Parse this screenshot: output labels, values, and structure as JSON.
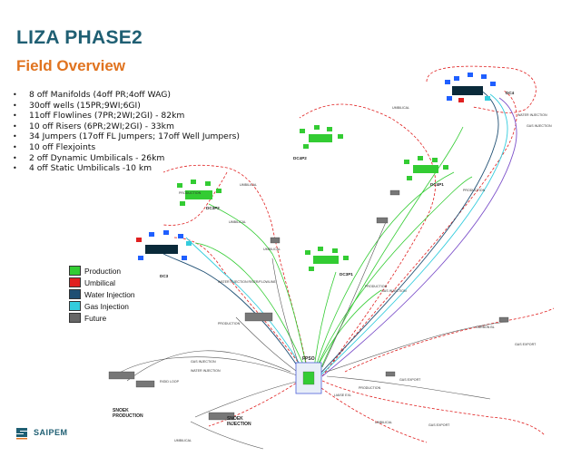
{
  "title": "LIZA PHASE2",
  "subtitle": "Field Overview",
  "bullets": [
    "8 off Manifolds (4off PR;4off WAG)",
    "30off wells (15PR;9WI;6GI)",
    "11off Flowlines (7PR;2WI;2GI) - 82km",
    "10 off Risers (6PR;2WI;2GI) - 33km",
    "34 Jumpers (17off FL Jumpers; 17off Well Jumpers)",
    "10 off Flexjoints",
    "2 off Dynamic Umbilicals - 26km",
    "4 off Static Umbilicals -10 km"
  ],
  "legend": [
    {
      "label": "Production",
      "color": "#33cc33"
    },
    {
      "label": "Umbilical",
      "color": "#e02020"
    },
    {
      "label": "Water Injection",
      "color": "#1f4f73"
    },
    {
      "label": "Gas Injection",
      "color": "#33ccdd"
    },
    {
      "label": "Future",
      "color": "#666666"
    }
  ],
  "diagram": {
    "centers": [
      "DC4",
      "DC4P2",
      "DC4P1",
      "DC3P2",
      "DC3",
      "DC3P1"
    ],
    "fpso": "FPSO",
    "snoek_production": "SNOEK\nPRODUCTION",
    "snoek_injection": "SNOEK\nINJECTION",
    "umbilical_labels": [
      "UMBILICAL",
      "UMBILICAL",
      "UMBILICAL",
      "UMBILICAL"
    ],
    "small_labels": [
      "WATER INJECTION RISER/FLOWLINE",
      "GAS INJECTION",
      "PRODUCTION",
      "PRODUCTION",
      "PRODUCTION",
      "WATER INJECTION",
      "GAS INJECTION",
      "GAS EXPORT",
      "GAS EXPORT",
      "GAS EXPORT",
      "UMBILICAL",
      "CARBON BL",
      "RIGID LOOP",
      "UMBILICAL",
      "PRODUCTION",
      "PRODUCTION",
      "GAS INJECTION",
      "WATER INJECTION",
      "LIAISE EXL"
    ]
  },
  "logo": {
    "text": "SAIPEM"
  },
  "colors": {
    "title": "#1f5f73",
    "subtitle": "#e0731f",
    "production": "#33cc33",
    "umbilical": "#e02020",
    "water": "#1f4f73",
    "gas": "#33ccdd",
    "future": "#666666",
    "fpso_blue": "#4b5fd9",
    "purple": "#7b4fc9"
  }
}
